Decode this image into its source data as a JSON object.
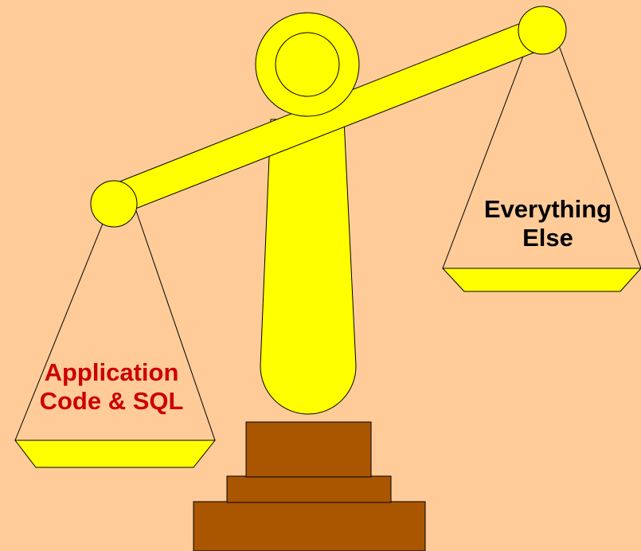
{
  "background_color": "#FFCC99",
  "colors": {
    "scale_fill": "#FFFF00",
    "base_fill": "#AA5500",
    "outline": "#000000"
  },
  "left_pan": {
    "line1": "Application",
    "line2": "Code & SQL",
    "text_color": "#CC0000"
  },
  "right_pan": {
    "line1": "Everything",
    "line2": "Else",
    "text_color": "#000000"
  }
}
